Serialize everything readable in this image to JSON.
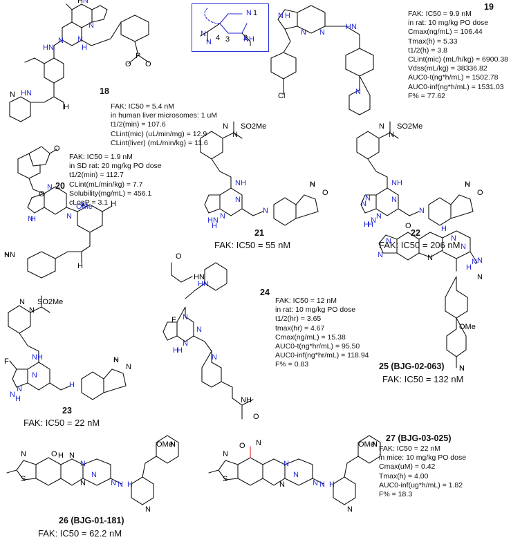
{
  "core": {
    "labels": [
      "N",
      "1",
      "4",
      "2",
      "3",
      "N",
      "NH",
      "N"
    ],
    "highlight_color": "#2329d8",
    "box_color": "#2a38d8"
  },
  "compounds": [
    {
      "id": "18",
      "atom_labels": [
        "H",
        "N",
        "N",
        "N",
        "HN",
        "N",
        "H",
        "P",
        "O",
        "O",
        "HN",
        "N",
        "H"
      ],
      "annotations": [
        "FAK: IC50 = 5.4 nM",
        "in human liver microsomes: 1 uM",
        "t1/2(min) = 107.6",
        "CLint(mic) (uL/min/mg) = 12.9",
        "CLint(liver) (mL/min/kg) = 11.6"
      ]
    },
    {
      "id": "19",
      "atom_labels": [
        "N",
        "N",
        "N",
        "H",
        "Cl",
        "N",
        "HN"
      ],
      "annotations": [
        "FAK: IC50 = 9.9 nM",
        "in rat: 10 mg/kg PO dose",
        "Cmax(ng/mL) = 106.44",
        "Tmax(h) = 5.33",
        "t1/2(h) = 3.8",
        "CLint(mic) (mL/h/kg) = 6900.38",
        "Vdss(mL/kg) = 38336.82",
        "AUC0-t(ng*h/mL) = 1502.78",
        "AUC0-inf(ng*h/mL) = 1531.03",
        "F% = 77.62"
      ]
    },
    {
      "id": "20",
      "atom_labels": [
        "O",
        "O",
        "N",
        "N",
        "N",
        "H",
        "N",
        "H",
        "OMe",
        "HN",
        "N",
        "H",
        "O"
      ],
      "annotations": [
        "FAK: IC50 = 1.9 nM",
        "in SD rat: 20 mg/kg PO dose",
        "t1/2(min) = 112.7",
        "CLint(mL/min/kg) = 7.7",
        "Solubility(mg/mL) = 456.1",
        "cLogP = 3.1"
      ]
    },
    {
      "id": "21",
      "atom_labels": [
        "N",
        "N",
        "SO2Me",
        "NH",
        "N",
        "N",
        "N",
        "H",
        "H",
        "N",
        "H",
        "N",
        "O"
      ],
      "activity": "FAK: IC50 = 55 nM"
    },
    {
      "id": "22",
      "atom_labels": [
        "N",
        "N",
        "SO2Me",
        "NH",
        "N",
        "N",
        "N",
        "N",
        "N",
        "H",
        "H",
        "N",
        "H",
        "N",
        "O"
      ],
      "activity": "FAK: IC50 = 206 nM"
    },
    {
      "id": "23",
      "atom_labels": [
        "N",
        "N",
        "SO2Me",
        "NH",
        "F",
        "N",
        "N",
        "N",
        "H",
        "H",
        "N",
        "H",
        "N",
        "O"
      ],
      "activity": "FAK: IC50 = 22 nM"
    },
    {
      "id": "24",
      "atom_labels": [
        "O",
        "HN",
        "HN",
        "F",
        "N",
        "N",
        "N",
        "H",
        "H",
        "N",
        "NH",
        "O"
      ],
      "annotations": [
        "FAK: IC50 = 12 nM",
        "in rat: 10 mg/kg PO dose",
        "t1/2(hr) = 3.65",
        "tmax(hr) = 4.67",
        "Cmax(ng/mL) = 15.38",
        "AUC0-t(ng*hr/mL) = 95.50",
        "AUC0-inf(ng*hr/mL) = 118.94",
        "F% = 0.83"
      ]
    },
    {
      "id": "25 (BJG-02-063)",
      "atom_labels": [
        "O",
        "H",
        "N",
        "N",
        "N",
        "N",
        "N",
        "N",
        "N",
        "H",
        "N",
        "OMe",
        "N",
        "N"
      ],
      "activity": "FAK: IC50 = 132 nM"
    },
    {
      "id": "26 (BJG-01-181)",
      "atom_labels": [
        "O",
        "H",
        "N",
        "N",
        "N",
        "N",
        "S",
        "N",
        "N",
        "N",
        "H",
        "N",
        "OMe",
        "N",
        "N"
      ],
      "activity": "FAK: IC50 = 62.2 nM"
    },
    {
      "id": "27 (BJG-03-025)",
      "atom_labels": [
        "O",
        "N",
        "N",
        "N",
        "N",
        "S",
        "N",
        "N",
        "N",
        "H",
        "N",
        "OMe",
        "N",
        "N"
      ],
      "annotations": [
        "FAK: IC50 = 22 nM",
        "in mice: 10 mg/kg PO dose",
        "Cmax(uM) = 0.42",
        "Tmax(h) = 4.00",
        "AUC0-inf(ug*h/mL) = 1.82",
        "F% = 18.3"
      ]
    }
  ]
}
